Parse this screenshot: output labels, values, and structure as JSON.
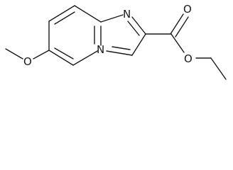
{
  "molecule": {
    "atoms": {
      "ring_nitrogen_top": "N",
      "ring_nitrogen_bridge": "N",
      "methoxy_oxygen": "O",
      "carbonyl_oxygen": "O",
      "ester_oxygen": "O"
    }
  },
  "colors": {
    "line": "#1a1a1a",
    "background": "#ffffff"
  }
}
